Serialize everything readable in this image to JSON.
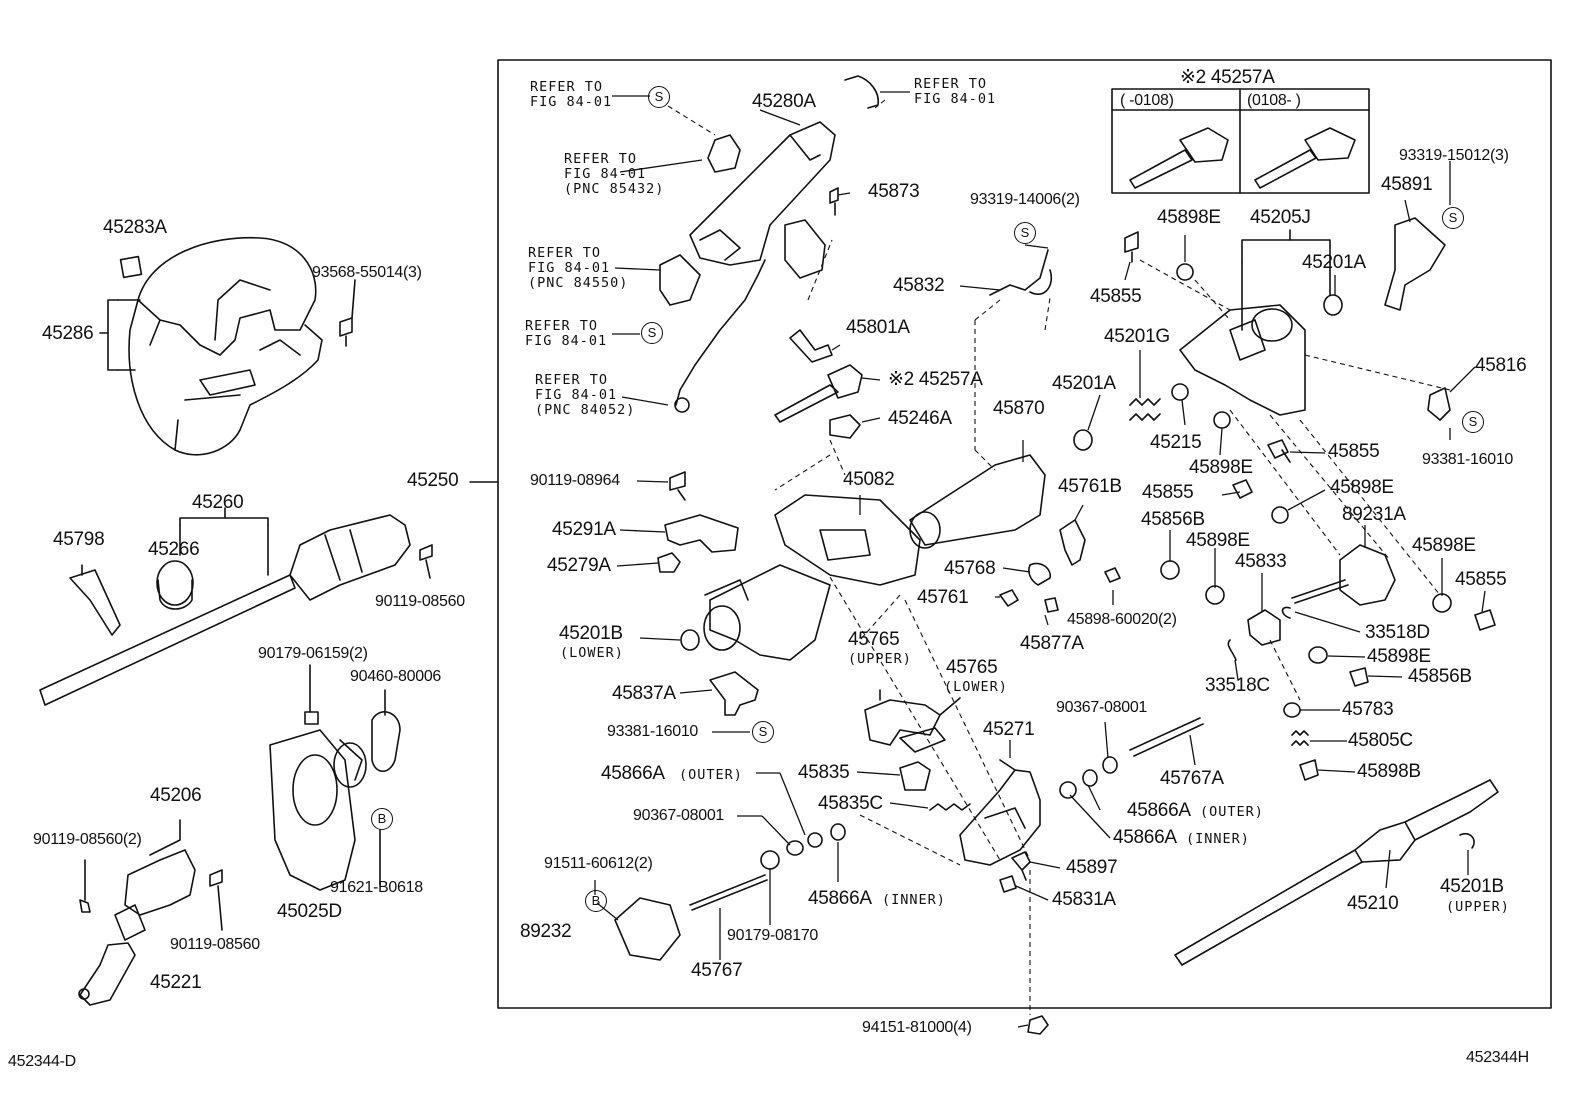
{
  "diagram": {
    "code_left": "452344-D",
    "code_right": "452344H",
    "sym_s": "S",
    "sym_b": "B",
    "parts": {
      "p45283A": "45283A",
      "p93568": "93568-55014(3)",
      "p45286": "45286",
      "p45250": "45250",
      "p45260": "45260",
      "p45798": "45798",
      "p45266": "45266",
      "p90119_08560a": "90119-08560",
      "p90179_06159": "90179-06159(2)",
      "p90460": "90460-80006",
      "p45206": "45206",
      "p90119_08560_2": "90119-08560(2)",
      "p90119_08560b": "90119-08560",
      "p45221": "45221",
      "p45025D": "45025D",
      "p91621": "91621-B0618",
      "p45280A": "45280A",
      "p45873": "45873",
      "p93319_14006": "93319-14006(2)",
      "p45832": "45832",
      "p45801A": "45801A",
      "p45257A_a": "※2 45257A",
      "p45246A": "45246A",
      "p90119_08964": "90119-08964",
      "p45082": "45082",
      "p45291A": "45291A",
      "p45279A": "45279A",
      "p45201B_low": "45201B",
      "lower": "(LOWER)",
      "p45837A": "45837A",
      "p93381_16010a": "93381-16010",
      "p45866A_outer_l": "45866A",
      "outer": "(OUTER)",
      "p90367_08001a": "90367-08001",
      "p91511": "91511-60612(2)",
      "p89232": "89232",
      "p45767": "45767",
      "p90179_08170": "90179-08170",
      "p45866A_inner_l": "45866A",
      "inner": "(INNER)",
      "p45835": "45835",
      "p45835C": "45835C",
      "p45765_up": "45765",
      "upper": "(UPPER)",
      "p45765_low": "45765",
      "lower2": "(LOWER)",
      "p45870": "45870",
      "p45768": "45768",
      "p45761": "45761",
      "p45761B": "45761B",
      "p45877A": "45877A",
      "p45898_60020": "45898-60020(2)",
      "p45271": "45271",
      "p90367_08001b": "90367-08001",
      "p45767A": "45767A",
      "p45866A_outer_r": "45866A",
      "outer_r": "(OUTER)",
      "p45866A_inner_r": "45866A",
      "inner_r": "(INNER)",
      "p45897": "45897",
      "p45831A": "45831A",
      "p94151": "94151-81000(4)",
      "p45257A_box": "※2 45257A",
      "tbl_left": "(      -0108)",
      "tbl_right": "(0108-       )",
      "p93319_15012": "93319-15012(3)",
      "p45891": "45891",
      "p45898E_a": "45898E",
      "p45205J": "45205J",
      "p45201A_a": "45201A",
      "p45855_a": "45855",
      "p45201G": "45201G",
      "p45201A_b": "45201A",
      "p45215": "45215",
      "p45898E_b": "45898E",
      "p45855_b": "45855",
      "p45816": "45816",
      "p93381_16010b": "93381-16010",
      "p45855_c": "45855",
      "p45898E_c": "45898E",
      "p45856B_a": "45856B",
      "p45898E_d": "45898E",
      "p89231A": "89231A",
      "p45833": "45833",
      "p45898E_e": "45898E",
      "p45855_d": "45855",
      "p33518D": "33518D",
      "p45898E_f": "45898E",
      "p45856B_b": "45856B",
      "p33518C": "33518C",
      "p45783": "45783",
      "p45805C": "45805C",
      "p45898B": "45898B",
      "p45210": "45210",
      "p45201B_up": "45201B",
      "upper_r": "(UPPER)"
    },
    "refs": {
      "r1": "REFER TO\nFIG 84-01",
      "r2": "REFER TO\nFIG 84-01",
      "r3": "REFER TO\nFIG 84-01\n(PNC 85432)",
      "r4": "REFER TO\nFIG 84-01\n(PNC 84550)",
      "r5": "REFER TO\nFIG 84-01",
      "r6": "REFER TO\nFIG 84-01\n(PNC 84052)"
    }
  }
}
